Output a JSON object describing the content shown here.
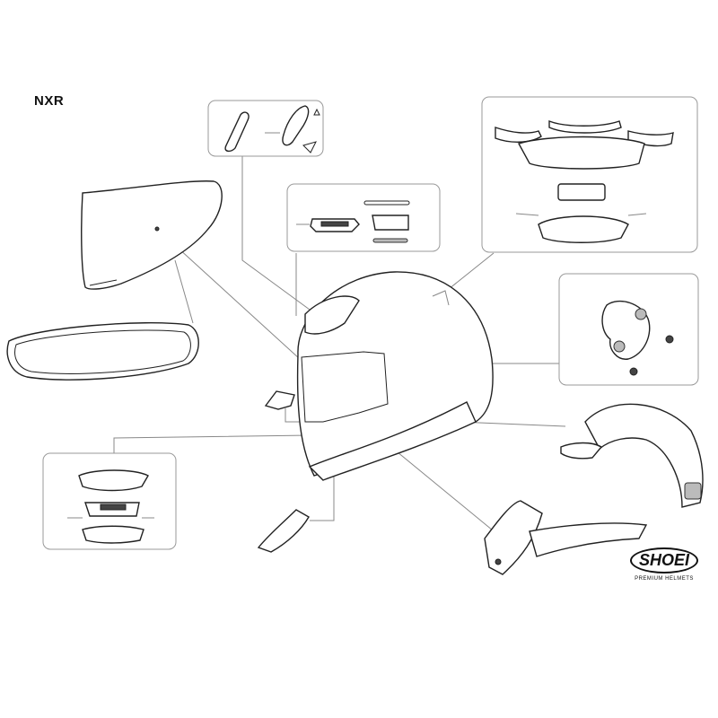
{
  "model": "NXR",
  "brand": {
    "logo": "SHOEI",
    "tagline": "PREMIUM HELMETS"
  }
}
